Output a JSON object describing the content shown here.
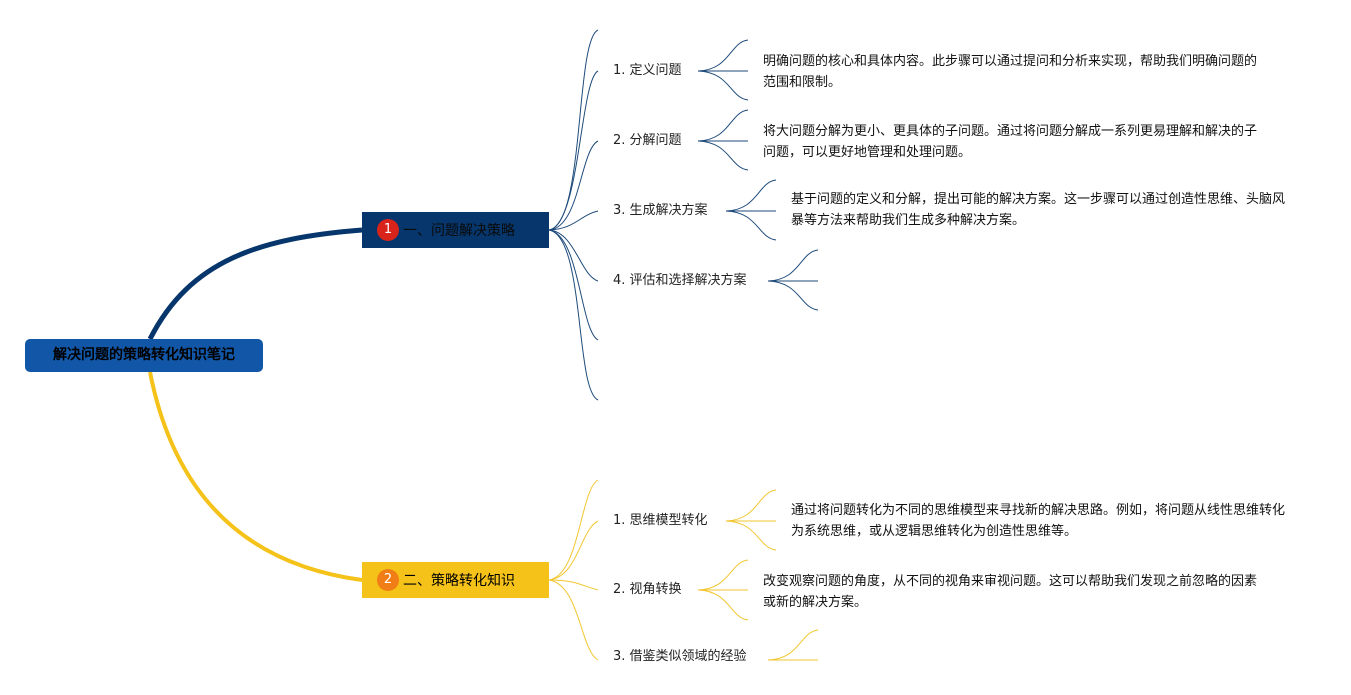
{
  "root": {
    "title": "解决问题的策略转化知识笔记"
  },
  "colors": {
    "root": "#1257a7",
    "branch1": "#06366b",
    "branch2": "#f5c21a",
    "badge1": "#d9241c",
    "badge2": "#f07d15"
  },
  "branches": [
    {
      "badge": "1",
      "label": "一、问题解决策略",
      "children": [
        {
          "label": "1. 定义问题",
          "desc": "明确问题的核心和具体内容。此步骤可以通过提问和分析来实现，帮助我们明确问题的范围和限制。"
        },
        {
          "label": "2. 分解问题",
          "desc": "将大问题分解为更小、更具体的子问题。通过将问题分解成一系列更易理解和解决的子问题，可以更好地管理和处理问题。"
        },
        {
          "label": "3. 生成解决方案",
          "desc": "基于问题的定义和分解，提出可能的解决方案。这一步骤可以通过创造性思维、头脑风暴等方法来帮助我们生成多种解决方案。"
        },
        {
          "label": "4. 评估和选择解决方案",
          "desc": ""
        }
      ]
    },
    {
      "badge": "2",
      "label": "二、策略转化知识",
      "children": [
        {
          "label": "1. 思维模型转化",
          "desc": "通过将问题转化为不同的思维模型来寻找新的解决思路。例如，将问题从线性思维转化为系统思维，或从逻辑思维转化为创造性思维等。"
        },
        {
          "label": "2. 视角转换",
          "desc": "改变观察问题的角度，从不同的视角来审视问题。这可以帮助我们发现之前忽略的因素或新的解决方案。"
        },
        {
          "label": "3. 借鉴类似领域的经验",
          "desc": ""
        }
      ]
    }
  ]
}
